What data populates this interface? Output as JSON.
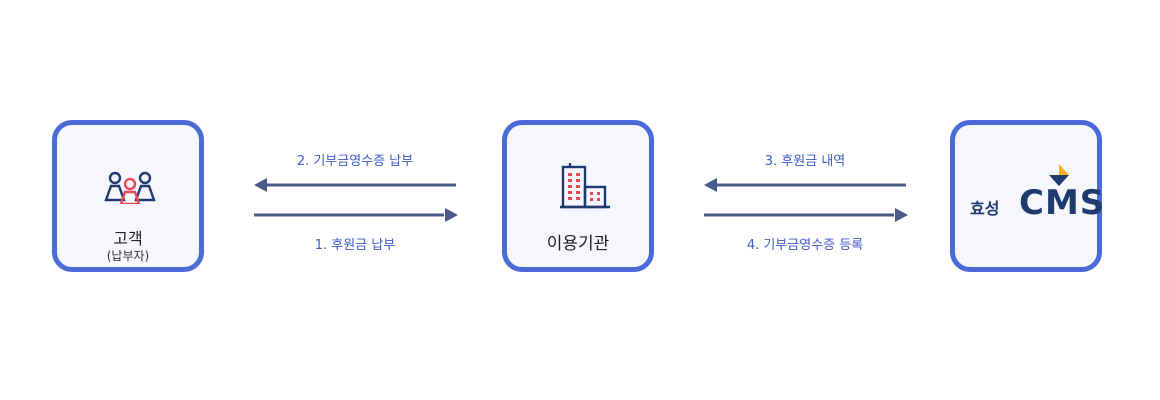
{
  "nodes": {
    "customer": {
      "name": "고객",
      "sub": "(납부자)"
    },
    "org": {
      "name": "이용기관"
    },
    "cms": {
      "prefix": "효성",
      "word": "CMS"
    }
  },
  "flows": {
    "step1": "1. 후원금 납부",
    "step2": "2. 기부금영수증 납부",
    "step3": "3. 후원금 내역",
    "step4": "4. 기부금영수증 등록"
  },
  "colors": {
    "box_border": "#4a6bd8",
    "box_fill": "#f6f7fc",
    "arrow": "#4a5a8a",
    "flow_text": "#3d5ac8",
    "icon_navy": "#1e3a6e",
    "icon_red": "#e84a5a",
    "logo_gold": "#f2b21a"
  }
}
